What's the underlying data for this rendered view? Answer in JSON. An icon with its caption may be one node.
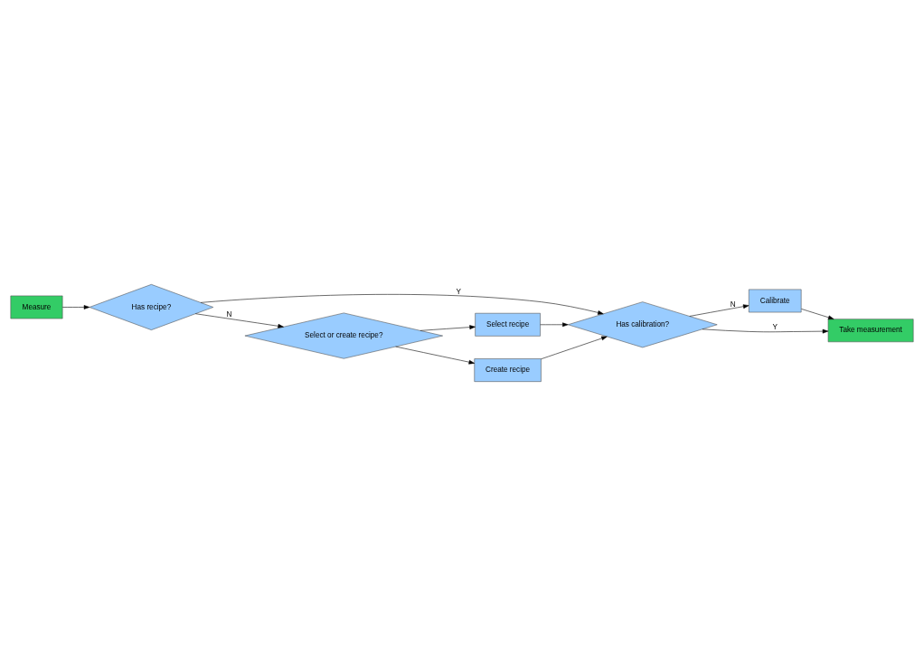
{
  "diagram": {
    "nodes": [
      {
        "text": [
          "Measure"
        ]
      },
      {
        "text": [
          "Has recipe?"
        ]
      },
      {
        "text": [
          "Calibrate"
        ]
      },
      {
        "text": [
          "Has calibration?"
        ]
      },
      {
        "text": [
          "Take measurement"
        ]
      },
      {
        "text": [
          "Select or create recipe?"
        ]
      },
      {
        "text": [
          "Select recipe"
        ]
      },
      {
        "text": [
          "Create recipe"
        ]
      }
    ],
    "edges": [
      {
        "from": 0,
        "to": 1,
        "arrow": "to"
      },
      {
        "from": 1,
        "to": 3,
        "arrow": "to",
        "label": "Y"
      },
      {
        "from": 3,
        "to": 2,
        "arrow": "to",
        "label": "N"
      },
      {
        "from": 2,
        "to": 4,
        "arrow": "to"
      },
      {
        "from": 3,
        "to": 4,
        "arrow": "to",
        "label": "Y"
      },
      {
        "from": 1,
        "to": 5,
        "arrow": "to",
        "label": "N"
      },
      {
        "from": 5,
        "to": 6,
        "arrow": "to"
      },
      {
        "from": 5,
        "to": 7,
        "arrow": "to"
      },
      {
        "from": 7,
        "to": 3,
        "arrow": "to"
      },
      {
        "from": 6,
        "to": 3,
        "arrow": "to"
      }
    ]
  }
}
